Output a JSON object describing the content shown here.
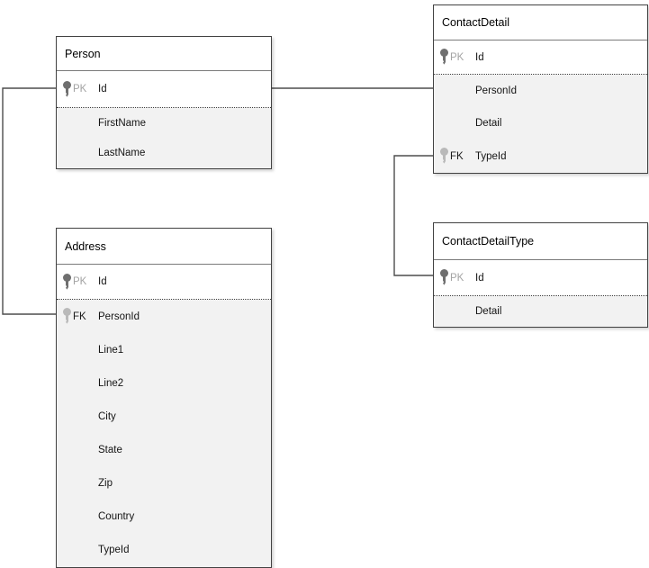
{
  "diagram": {
    "kind": "entity-relationship",
    "accent_border_color": "#424242",
    "body_fill_color": "#f2f2f2",
    "header_fill_color": "#ffffff",
    "pk_icon_color": "#6f6f6f",
    "fk_icon_color": "#b9b9b9",
    "relationships": [
      {
        "from": "Person.Id",
        "to": "Address.PersonId"
      },
      {
        "from": "Person.Id",
        "to": "ContactDetail.PersonId"
      },
      {
        "from": "ContactDetailType.Id",
        "to": "ContactDetail.TypeId"
      }
    ]
  },
  "tables": {
    "person": {
      "title": "Person",
      "rows": [
        {
          "badge": "PK",
          "name": "Id"
        },
        {
          "badge": "",
          "name": "FirstName"
        },
        {
          "badge": "",
          "name": "LastName"
        }
      ]
    },
    "contactDetail": {
      "title": "ContactDetail",
      "rows": [
        {
          "badge": "PK",
          "name": "Id"
        },
        {
          "badge": "",
          "name": "PersonId"
        },
        {
          "badge": "",
          "name": "Detail"
        },
        {
          "badge": "FK",
          "name": "TypeId"
        }
      ]
    },
    "address": {
      "title": "Address",
      "rows": [
        {
          "badge": "PK",
          "name": "Id"
        },
        {
          "badge": "FK",
          "name": "PersonId"
        },
        {
          "badge": "",
          "name": "Line1"
        },
        {
          "badge": "",
          "name": "Line2"
        },
        {
          "badge": "",
          "name": "City"
        },
        {
          "badge": "",
          "name": "State"
        },
        {
          "badge": "",
          "name": "Zip"
        },
        {
          "badge": "",
          "name": "Country"
        },
        {
          "badge": "",
          "name": "TypeId"
        }
      ]
    },
    "contactDetailType": {
      "title": "ContactDetailType",
      "rows": [
        {
          "badge": "PK",
          "name": "Id"
        },
        {
          "badge": "",
          "name": "Detail"
        }
      ]
    }
  }
}
